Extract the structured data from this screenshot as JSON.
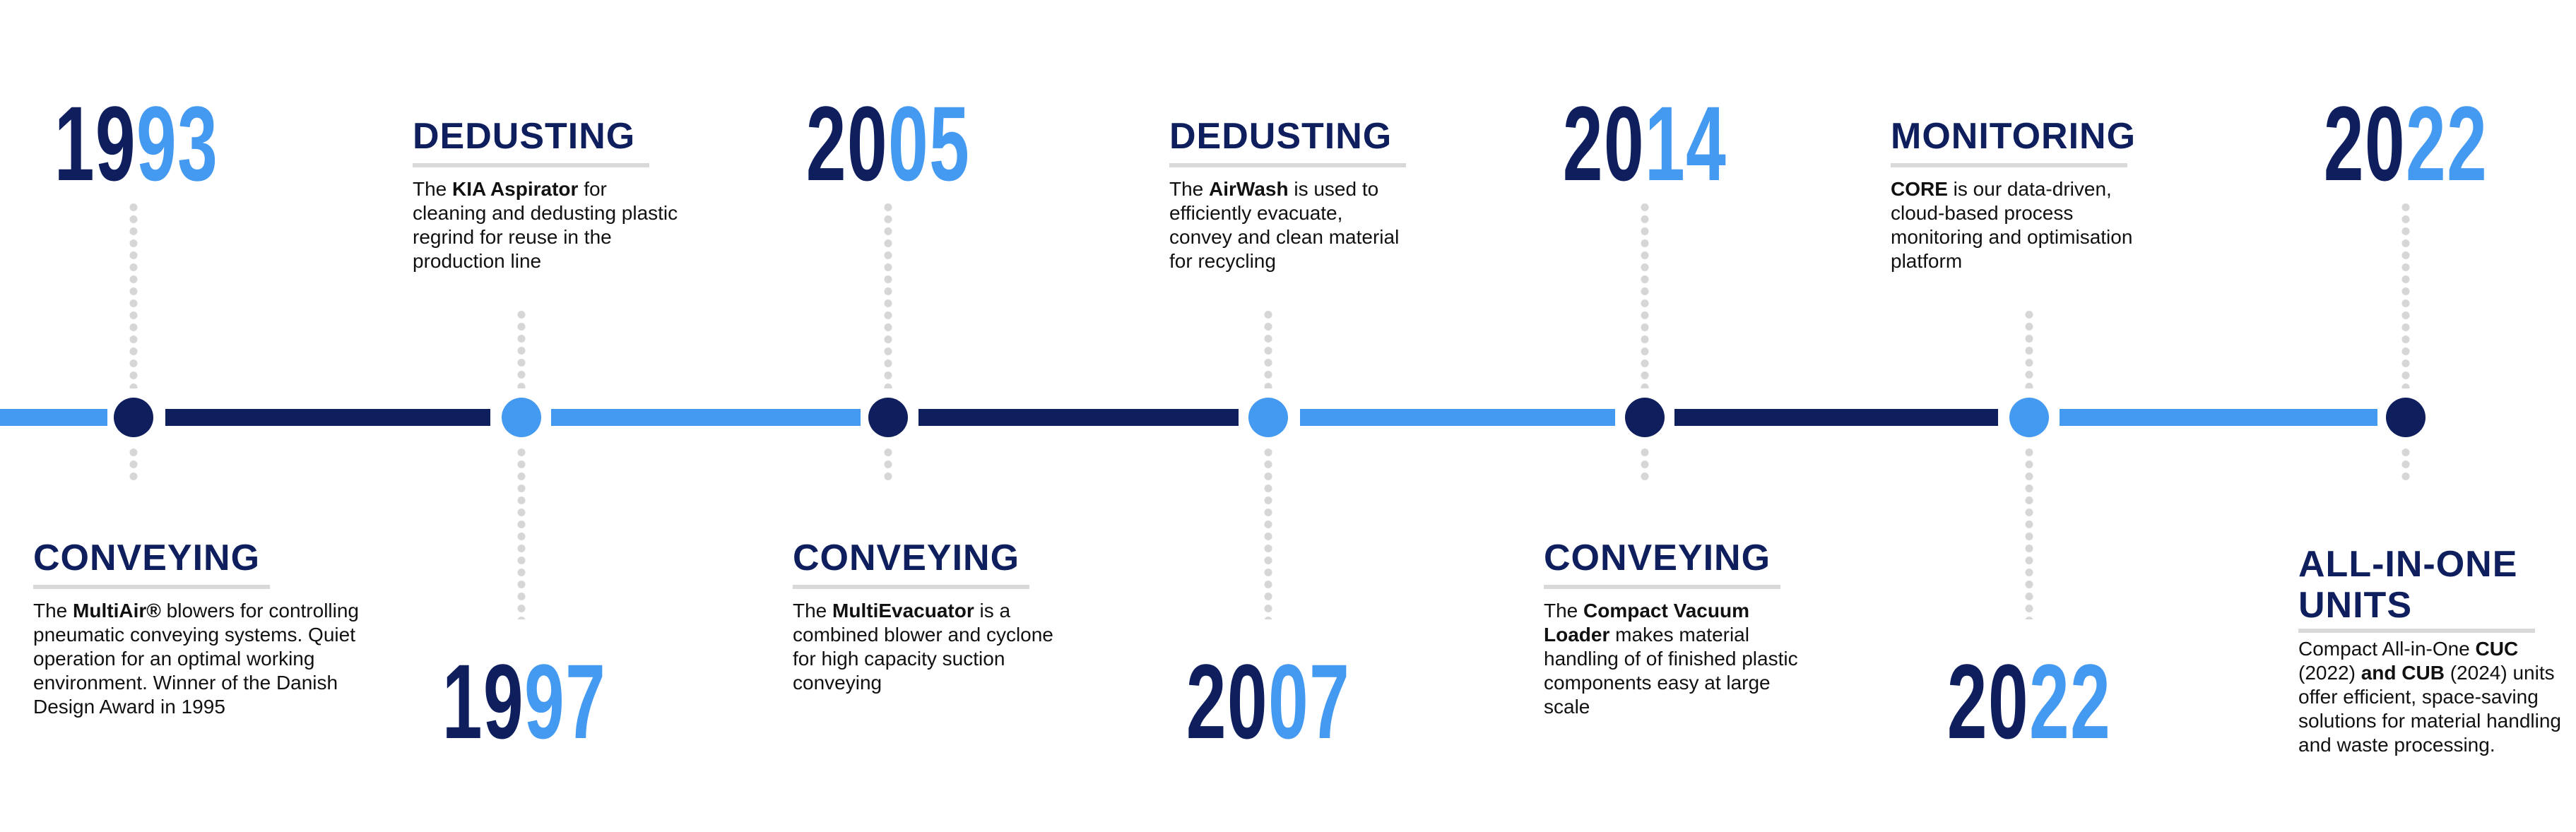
{
  "colors": {
    "dark": "#0f1f5e",
    "light": "#4499f0",
    "dots": "#d6d6d6"
  },
  "years": [
    {
      "a": "19",
      "b": "93"
    },
    {
      "a": "19",
      "b": "97"
    },
    {
      "a": "20",
      "b": "05"
    },
    {
      "a": "20",
      "b": "07"
    },
    {
      "a": "20",
      "b": "14"
    },
    {
      "a": "20",
      "b": "22"
    },
    {
      "a": "20",
      "b": "22"
    }
  ],
  "blocks": {
    "conveying1": {
      "title": "CONVEYING",
      "p1": "The ",
      "bold1": "MultiAir®",
      "p2": " blowers for controlling pneumatic conveying systems. Quiet operation for an optimal working environment. Winner of the Danish Design Award in 1995"
    },
    "dedusting1": {
      "title": "DEDUSTING",
      "p1": "The ",
      "bold1": "KIA Aspirator",
      "p2": " for cleaning and dedusting plastic regrind for reuse in the production line"
    },
    "conveying2": {
      "title": "CONVEYING",
      "p1": "The ",
      "bold1": "MultiEvacuator",
      "p2": " is a combined blower and cyclone for high capacity suction conveying"
    },
    "dedusting2": {
      "title": "DEDUSTING",
      "p1": "The ",
      "bold1": "AirWash",
      "p2": " is used to efficiently evacuate, convey and clean material for recycling"
    },
    "conveying3": {
      "title": "CONVEYING",
      "p1": "The ",
      "bold1": "Compact Vacuum Loader",
      "p2": " makes material handling of of finished plastic components easy at large scale"
    },
    "monitoring": {
      "title": "MONITORING",
      "p1": "",
      "bold1": "CORE",
      "p2": " is our data-driven, cloud-based process monitoring and optimisation platform"
    },
    "allinone": {
      "title": "ALL-IN-ONE UNITS",
      "p1": "Compact All-in-One ",
      "bold1": "CUC",
      "p2": " (2022) ",
      "bold2": "and CUB",
      "p3": " (2024) units offer efficient, space-saving solutions for material handling and waste processing."
    }
  }
}
